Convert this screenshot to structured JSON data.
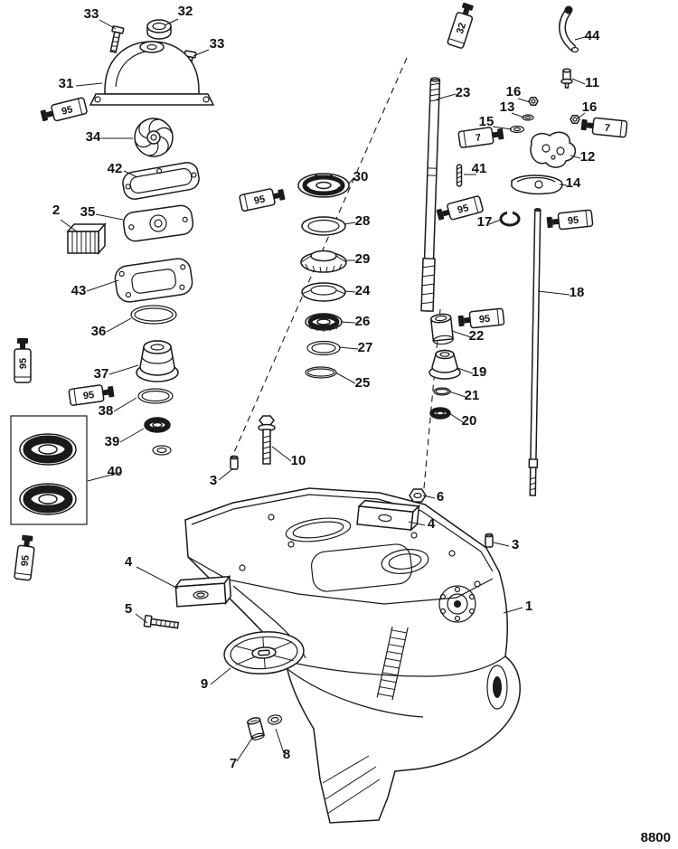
{
  "figure": {
    "number": "8800"
  },
  "callouts": [
    {
      "text": "33"
    },
    {
      "text": "32"
    },
    {
      "text": "33"
    },
    {
      "text": "31"
    },
    {
      "text": "34"
    },
    {
      "text": "42"
    },
    {
      "text": "2"
    },
    {
      "text": "35"
    },
    {
      "text": "43"
    },
    {
      "text": "36"
    },
    {
      "text": "37"
    },
    {
      "text": "38"
    },
    {
      "text": "39"
    },
    {
      "text": "40"
    },
    {
      "text": "30"
    },
    {
      "text": "28"
    },
    {
      "text": "29"
    },
    {
      "text": "24"
    },
    {
      "text": "26"
    },
    {
      "text": "27"
    },
    {
      "text": "25"
    },
    {
      "text": "10"
    },
    {
      "text": "3"
    },
    {
      "text": "23"
    },
    {
      "text": "44"
    },
    {
      "text": "11"
    },
    {
      "text": "16"
    },
    {
      "text": "13"
    },
    {
      "text": "15"
    },
    {
      "text": "16"
    },
    {
      "text": "12"
    },
    {
      "text": "41"
    },
    {
      "text": "14"
    },
    {
      "text": "17"
    },
    {
      "text": "18"
    },
    {
      "text": "22"
    },
    {
      "text": "19"
    },
    {
      "text": "21"
    },
    {
      "text": "20"
    },
    {
      "text": "6"
    },
    {
      "text": "4"
    },
    {
      "text": "3"
    },
    {
      "text": "1"
    },
    {
      "text": "4"
    },
    {
      "text": "5"
    },
    {
      "text": "9"
    },
    {
      "text": "7"
    },
    {
      "text": "8"
    }
  ],
  "tubes": [
    {
      "label": "95"
    },
    {
      "label": "95"
    },
    {
      "label": "95"
    },
    {
      "label": "95"
    },
    {
      "label": "95"
    },
    {
      "label": "95"
    },
    {
      "label": "95"
    },
    {
      "label": "95"
    },
    {
      "label": "7"
    },
    {
      "label": "7"
    },
    {
      "label": "32"
    }
  ]
}
